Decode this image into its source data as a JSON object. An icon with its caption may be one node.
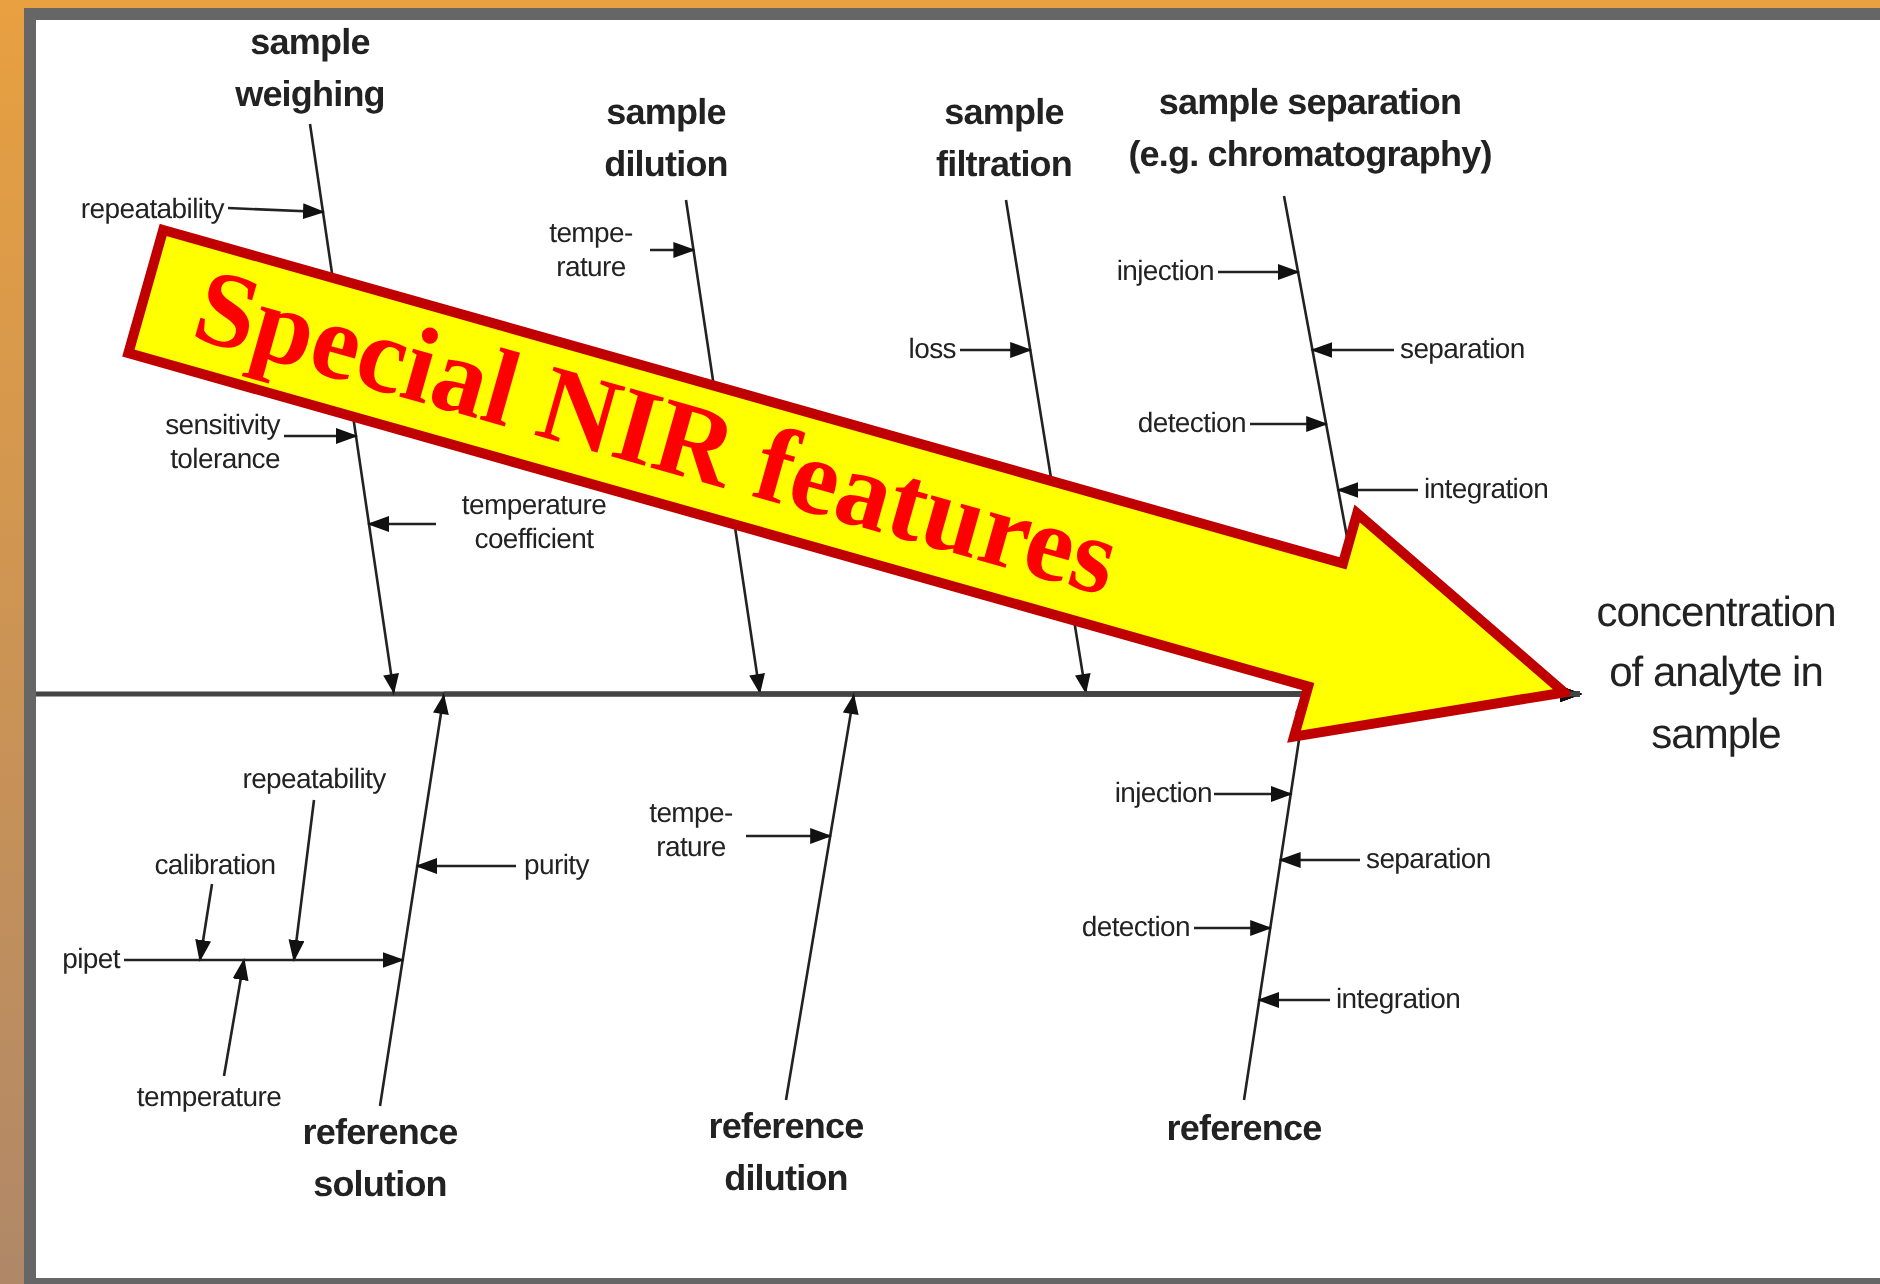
{
  "diagram": {
    "nodes": [
      {
        "text": [
          "sample weighing"
        ]
      },
      {
        "text": [
          "repeatability"
        ]
      },
      {
        "text": [
          "sensitivity tolerance"
        ]
      },
      {
        "text": [
          "temperature coefficient"
        ]
      },
      {
        "text": [
          "sample dilution"
        ]
      },
      {
        "text": [
          "tempe- rature"
        ]
      },
      {
        "text": [
          "sample filtration"
        ]
      },
      {
        "text": [
          "loss"
        ]
      },
      {
        "text": [
          "sample separation (e.g. chromatography)"
        ]
      },
      {
        "text": [
          "injection"
        ]
      },
      {
        "text": [
          "separation"
        ]
      },
      {
        "text": [
          "detection"
        ]
      },
      {
        "text": [
          "integration"
        ]
      },
      {
        "text": [
          "concentration of analyte in sample"
        ]
      },
      {
        "text": [
          "repeatability"
        ]
      },
      {
        "text": [
          "calibration"
        ]
      },
      {
        "text": [
          "pipet"
        ]
      },
      {
        "text": [
          "temperature"
        ]
      },
      {
        "text": [
          "reference solution"
        ]
      },
      {
        "text": [
          "purity"
        ]
      },
      {
        "text": [
          "tempe- rature"
        ]
      },
      {
        "text": [
          "reference dilution"
        ]
      },
      {
        "text": [
          "injection"
        ]
      },
      {
        "text": [
          "separation"
        ]
      },
      {
        "text": [
          "detection"
        ]
      },
      {
        "text": [
          "integration"
        ]
      },
      {
        "text": [
          "reference"
        ]
      }
    ],
    "edges": [
      {
        "from": 0,
        "to": 13,
        "arrow": "to"
      },
      {
        "from": 4,
        "to": 13,
        "arrow": "to"
      },
      {
        "from": 6,
        "to": 13,
        "arrow": "to"
      },
      {
        "from": 8,
        "to": 13,
        "arrow": "to"
      },
      {
        "from": 18,
        "to": 13,
        "arrow": "to"
      },
      {
        "from": 21,
        "to": 13,
        "arrow": "to"
      },
      {
        "from": 26,
        "to": 13,
        "arrow": "to"
      },
      {
        "from": 1,
        "to": null,
        "arrow": "to"
      },
      {
        "from": 2,
        "to": null,
        "arrow": "to"
      },
      {
        "from": 3,
        "to": null,
        "arrow": "to"
      },
      {
        "from": 5,
        "to": null,
        "arrow": "to"
      },
      {
        "from": 7,
        "to": null,
        "arrow": "to"
      },
      {
        "from": 9,
        "to": null,
        "arrow": "to"
      },
      {
        "from": 10,
        "to": null,
        "arrow": "to"
      },
      {
        "from": 11,
        "to": null,
        "arrow": "to"
      },
      {
        "from": 12,
        "to": null,
        "arrow": "to"
      },
      {
        "from": 15,
        "to": null,
        "arrow": "to"
      },
      {
        "from": 14,
        "to": null,
        "arrow": "to"
      },
      {
        "from": 17,
        "to": null,
        "arrow": "to"
      },
      {
        "from": 16,
        "to": null,
        "arrow": "to"
      },
      {
        "from": 19,
        "to": null,
        "arrow": "to"
      },
      {
        "from": 20,
        "to": null,
        "arrow": "to"
      },
      {
        "from": 22,
        "to": null,
        "arrow": "to"
      },
      {
        "from": 23,
        "to": null,
        "arrow": "to"
      },
      {
        "from": 24,
        "to": null,
        "arrow": "to"
      },
      {
        "from": 25,
        "to": null,
        "arrow": "to"
      },
      {
        "from": null,
        "to": 13,
        "arrow": "to",
        "label": "Special NIR features",
        "style": "thick",
        "color": "#ffff00"
      }
    ]
  }
}
